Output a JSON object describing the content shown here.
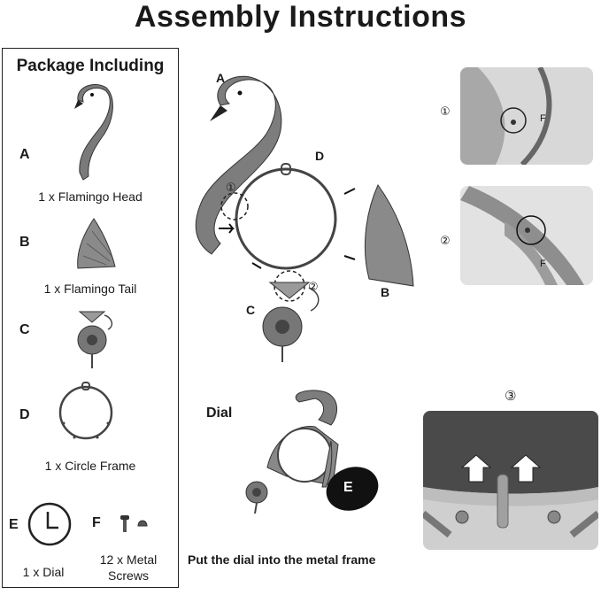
{
  "title": "Assembly Instructions",
  "package": {
    "heading": "Package Including",
    "items": [
      {
        "letter": "A",
        "caption": "1 x Flamingo Head"
      },
      {
        "letter": "B",
        "caption": "1 x Flamingo Tail"
      },
      {
        "letter": "C",
        "caption": ""
      },
      {
        "letter": "D",
        "caption": "1 x Circle Frame"
      },
      {
        "letter": "E",
        "caption": "1 x Dial"
      },
      {
        "letter": "F",
        "caption_line1": "12 x Metal",
        "caption_line2": "Screws"
      }
    ]
  },
  "diagram": {
    "label_a": "A",
    "label_b": "B",
    "label_c": "C",
    "label_d": "D",
    "marker_1": "①",
    "marker_2": "②"
  },
  "dial_step": {
    "label": "Dial",
    "dial_letter": "E",
    "instruction": "Put the dial into the metal frame"
  },
  "details": {
    "step_1": "①",
    "step_2": "②",
    "step_3": "③",
    "screw_label_1": "F",
    "screw_label_2": "F"
  }
}
